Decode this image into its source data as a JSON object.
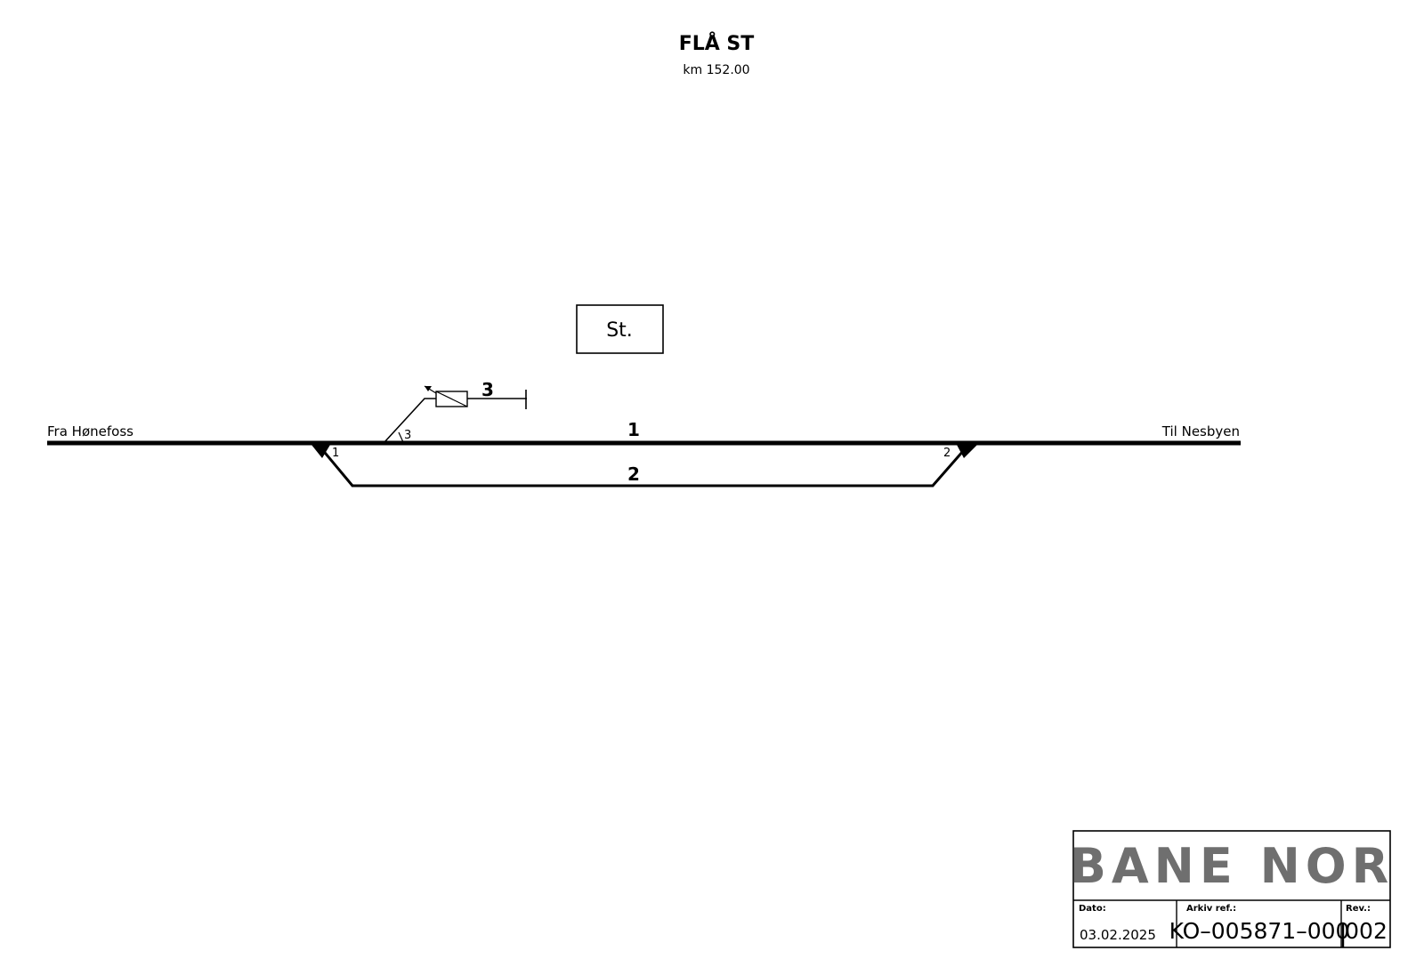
{
  "header": {
    "title": "FLÅ ST",
    "km": "km 152.00"
  },
  "line": {
    "from": "Fra Hønefoss",
    "to": "Til Nesbyen"
  },
  "building": {
    "label": "St."
  },
  "tracks": {
    "main": "1",
    "passing": "2",
    "siding": "3"
  },
  "switches": {
    "s1": "1",
    "s2": "2",
    "s3": "3"
  },
  "title_block": {
    "logo_text": "BANE NOR",
    "date_label": "Dato:",
    "date_value": "03.02.2025",
    "ref_label": "Arkiv ref.:",
    "ref_value": "KO–005871–000",
    "rev_label": "Rev.:",
    "rev_value": "002",
    "logo_color": "#6f6f6f"
  }
}
